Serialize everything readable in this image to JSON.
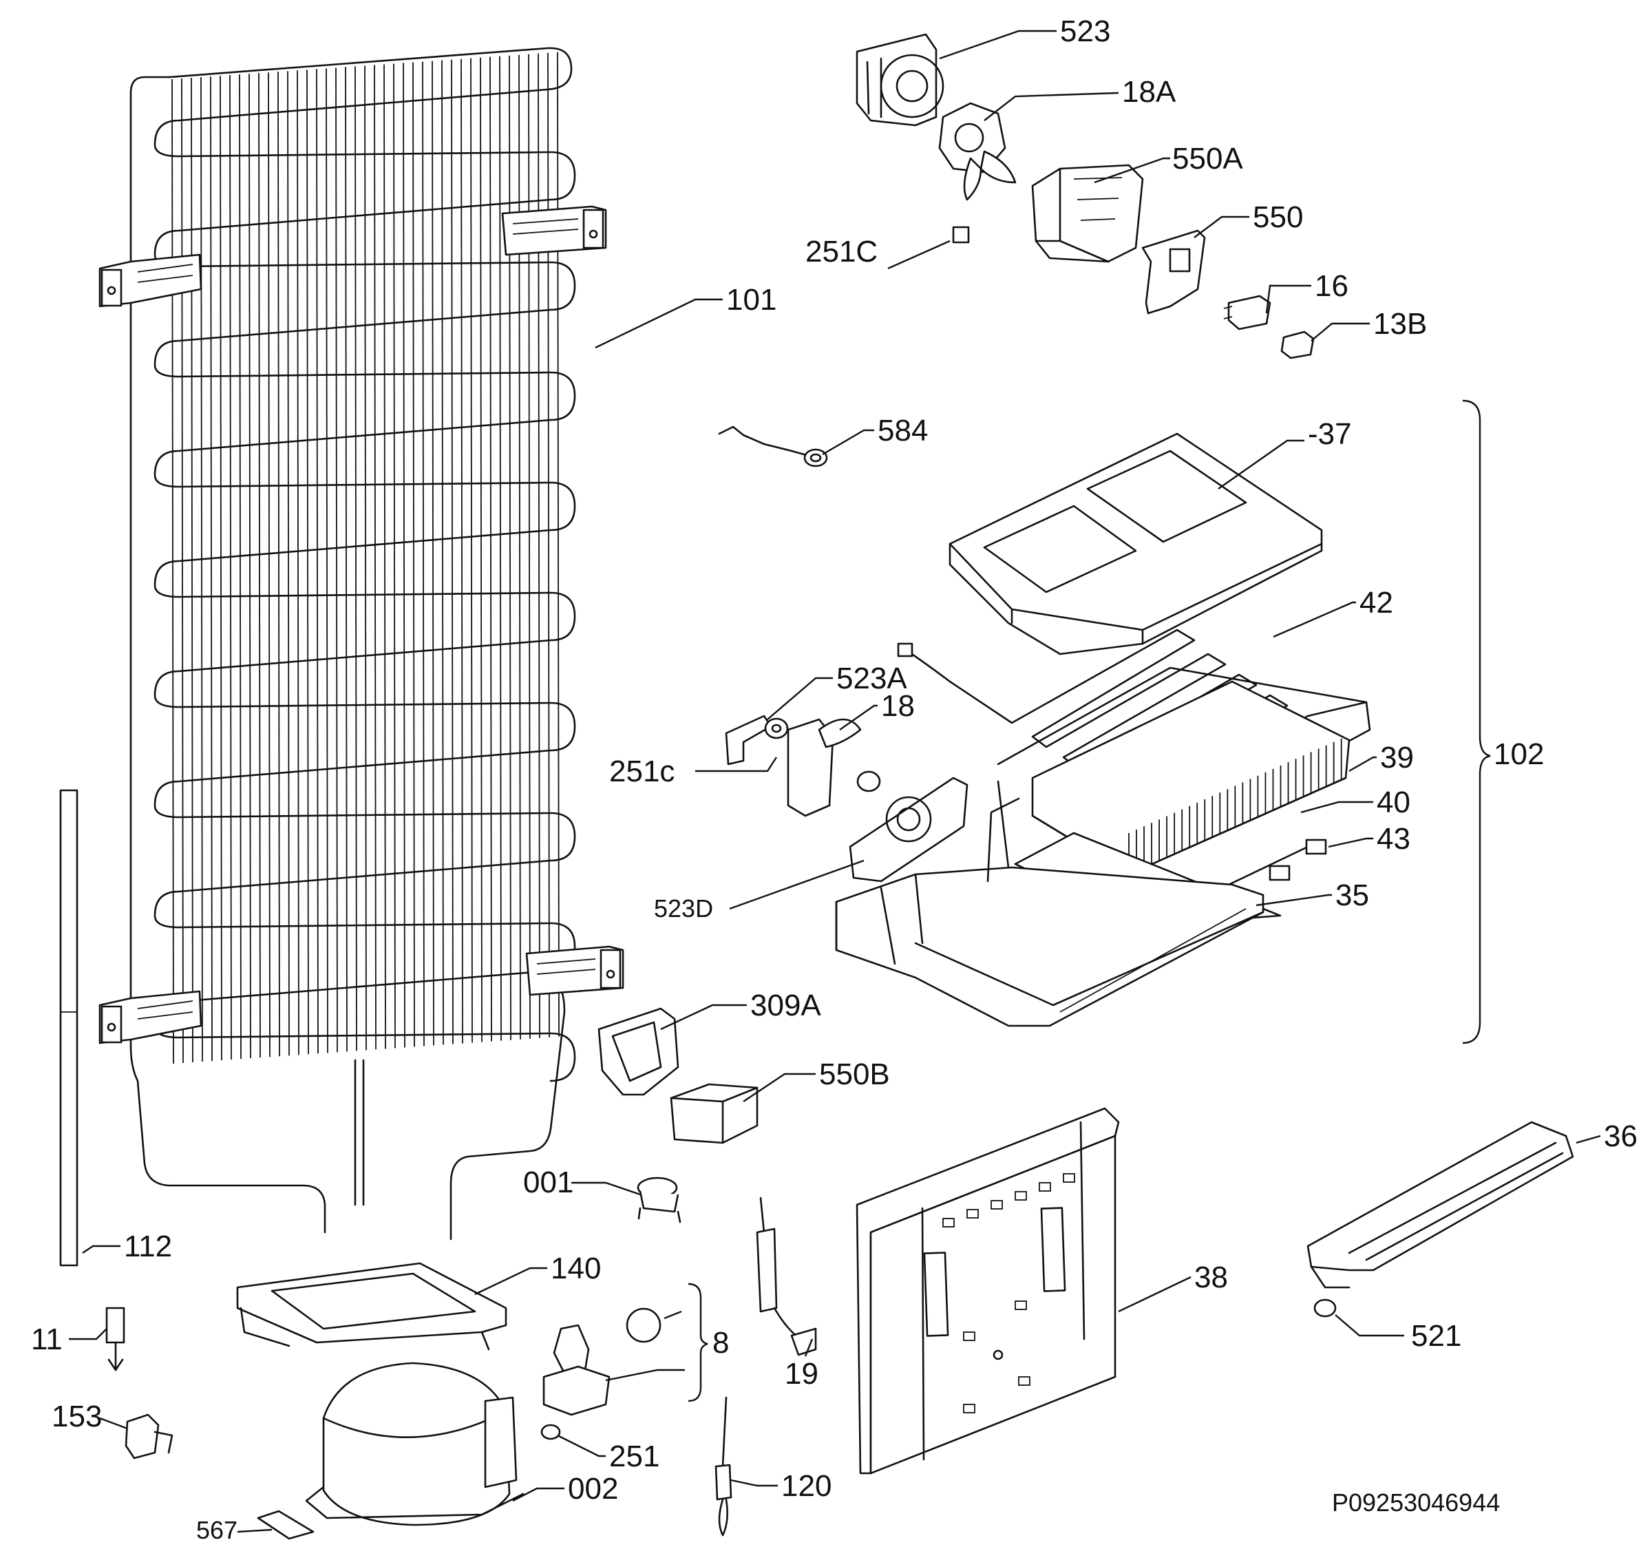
{
  "diagram": {
    "drawing_code": "P09253046944",
    "parts": {
      "p523": "523",
      "p18A": "18A",
      "p550A": "550A",
      "p550": "550",
      "p251C_top": "251C",
      "p16": "16",
      "p13B": "13B",
      "p101": "101",
      "p584": "584",
      "p37": "-37",
      "p42": "42",
      "p523A": "523A",
      "p18": "18",
      "p251c": "251c",
      "p102": "102",
      "p39": "39",
      "p40": "40",
      "p43": "43",
      "p35": "35",
      "p523D": "523D",
      "p309A": "309A",
      "p550B": "550B",
      "p001": "001",
      "p112": "112",
      "p140": "140",
      "p36": "36",
      "p38": "38",
      "p11": "11",
      "p8": "8",
      "p19": "19",
      "p521": "521",
      "p153": "153",
      "p251": "251",
      "p002": "002",
      "p120": "120",
      "p567": "567"
    }
  }
}
